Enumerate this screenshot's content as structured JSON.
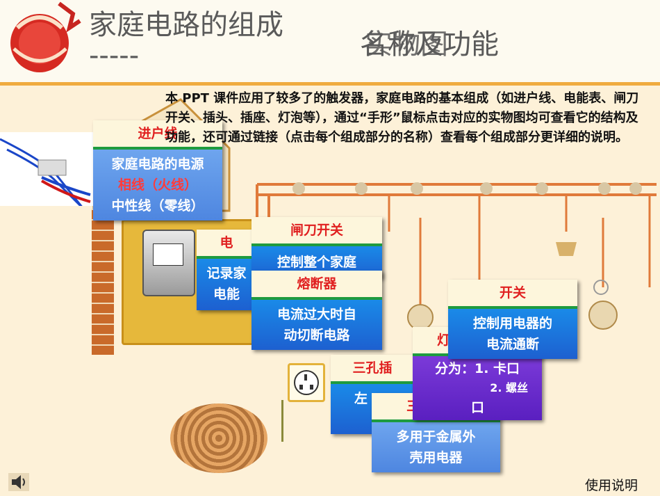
{
  "title": {
    "line_a": "家庭电路的组成 -----",
    "line_b": "名称及功能",
    "line_c": "实物图"
  },
  "intro_text": "本 PPT 课件应用了较多了的触发器，家庭电路的基本组成（如进户线、电能表、闸刀开关、插头、插座、灯泡等），通过“手形”鼠标点击对应的实物图均可查看它的结构及功能，还可通过链接（点击每个组成部分的名称）查看每个组成部分更详细的说明。",
  "panels": {
    "inlet": {
      "head": "进户线",
      "line1": "家庭电路的电源",
      "line2": "相线（火线）",
      "line3": "中性线（零线）"
    },
    "meter": {
      "head": "电",
      "line1": "记录家",
      "line2": "电能"
    },
    "knife_switch": {
      "head": "闸刀开关",
      "line1": "控制整个家庭"
    },
    "fuse": {
      "head": "熔断器",
      "line1": "电流过大时自",
      "line2": "动切断电路"
    },
    "switch": {
      "head": "开关",
      "line1": "控制用电器的",
      "line2": "电流通断"
    },
    "lamp": {
      "head": "灯",
      "line1": "分为：1. 卡口",
      "line2": "2. 螺丝",
      "line3": "口"
    },
    "three_hole": {
      "head": "三孔插",
      "line1": "左"
    },
    "three_plug": {
      "head": "三",
      "line1": "多用于金属外",
      "line2": "壳用电器"
    }
  },
  "help_link": "使用说明",
  "colors": {
    "accent_red": "#e02020",
    "panel_blue": "#1d60d0",
    "panel_border_green": "#1e9b3f",
    "wire_orange": "#e07a3a"
  },
  "icons": [
    "lantern-icon",
    "speaker-icon",
    "socket-icon"
  ]
}
